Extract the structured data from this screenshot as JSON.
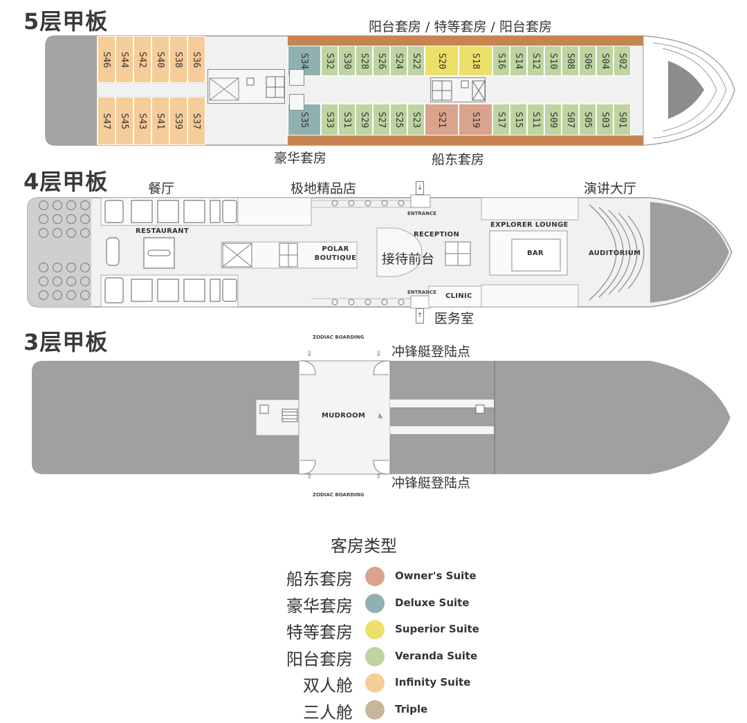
{
  "colors": {
    "owner": "#d9a38c",
    "deluxe": "#8fb1b0",
    "superior": "#ece06a",
    "veranda": "#bfd4a0",
    "infinity": "#f6cc98",
    "triple": "#c7b79a",
    "hull_grey": "#9e9e9e",
    "dark_grey": "#8c8c8c",
    "balcony": "#c88450",
    "floor": "#efefef"
  },
  "deck5": {
    "title": "5层甲板",
    "top_label": "阳台套房 / 特等套房 / 阳台套房",
    "label_deluxe": "豪华套房",
    "label_owner": "船东套房",
    "aft_top": [
      "S46",
      "S44",
      "S42",
      "S40",
      "S38",
      "S36"
    ],
    "aft_bottom": [
      "S47",
      "S45",
      "S43",
      "S41",
      "S39",
      "S37"
    ],
    "fwd_top": [
      "S34",
      "S32",
      "S30",
      "S28",
      "S26",
      "S24",
      "S22",
      "S20",
      "S18",
      "S16",
      "S14",
      "S12",
      "S10",
      "S08",
      "S06",
      "S04",
      "S02"
    ],
    "fwd_bottom": [
      "S35",
      "S33",
      "S31",
      "S29",
      "S27",
      "S25",
      "S23",
      "S21",
      "S19",
      "S17",
      "S15",
      "S11",
      "S09",
      "S07",
      "S05",
      "S03",
      "S01"
    ],
    "fwd_top_types": [
      "deluxe",
      "veranda",
      "veranda",
      "veranda",
      "veranda",
      "veranda",
      "veranda",
      "superior",
      "superior",
      "veranda",
      "veranda",
      "veranda",
      "veranda",
      "veranda",
      "veranda",
      "veranda",
      "veranda"
    ],
    "fwd_bottom_types": [
      "deluxe",
      "veranda",
      "veranda",
      "veranda",
      "veranda",
      "veranda",
      "veranda",
      "owner",
      "owner",
      "veranda",
      "veranda",
      "veranda",
      "veranda",
      "veranda",
      "veranda",
      "veranda",
      "veranda"
    ]
  },
  "deck4": {
    "title": "4层甲板",
    "label_dining": "餐厅",
    "label_shop": "极地精品店",
    "label_auditorium_zh": "演讲大厅",
    "label_reception_zh": "接待前台",
    "label_clinic_zh": "医务室",
    "restaurant": "RESTAURANT",
    "polar_boutique_1": "POLAR",
    "polar_boutique_2": "BOUTIQUE",
    "reception": "RECEPTION",
    "entrance": "ENTRANCE",
    "clinic": "CLINIC",
    "explorer_lounge": "EXPLORER LOUNGE",
    "bar": "BAR",
    "auditorium": "AUDITORIUM"
  },
  "deck3": {
    "title": "3层甲板",
    "zodiac_boarding": "ZODIAC BOARDING",
    "zodiac_zh": "冲锋艇登陆点",
    "mudroom": "MUDROOM"
  },
  "legend": {
    "title": "客房类型",
    "items": [
      {
        "zh": "船东套房",
        "en": "Owner's Suite",
        "color": "#d9a38c"
      },
      {
        "zh": "豪华套房",
        "en": "Deluxe Suite",
        "color": "#8fb1b0"
      },
      {
        "zh": "特等套房",
        "en": "Superior Suite",
        "color": "#ece06a"
      },
      {
        "zh": "阳台套房",
        "en": "Veranda Suite",
        "color": "#bfd4a0"
      },
      {
        "zh": "双人舱",
        "en": "Infinity Suite",
        "color": "#f6cc98"
      },
      {
        "zh": "三人舱",
        "en": "Triple",
        "color": "#c7b79a"
      }
    ]
  }
}
